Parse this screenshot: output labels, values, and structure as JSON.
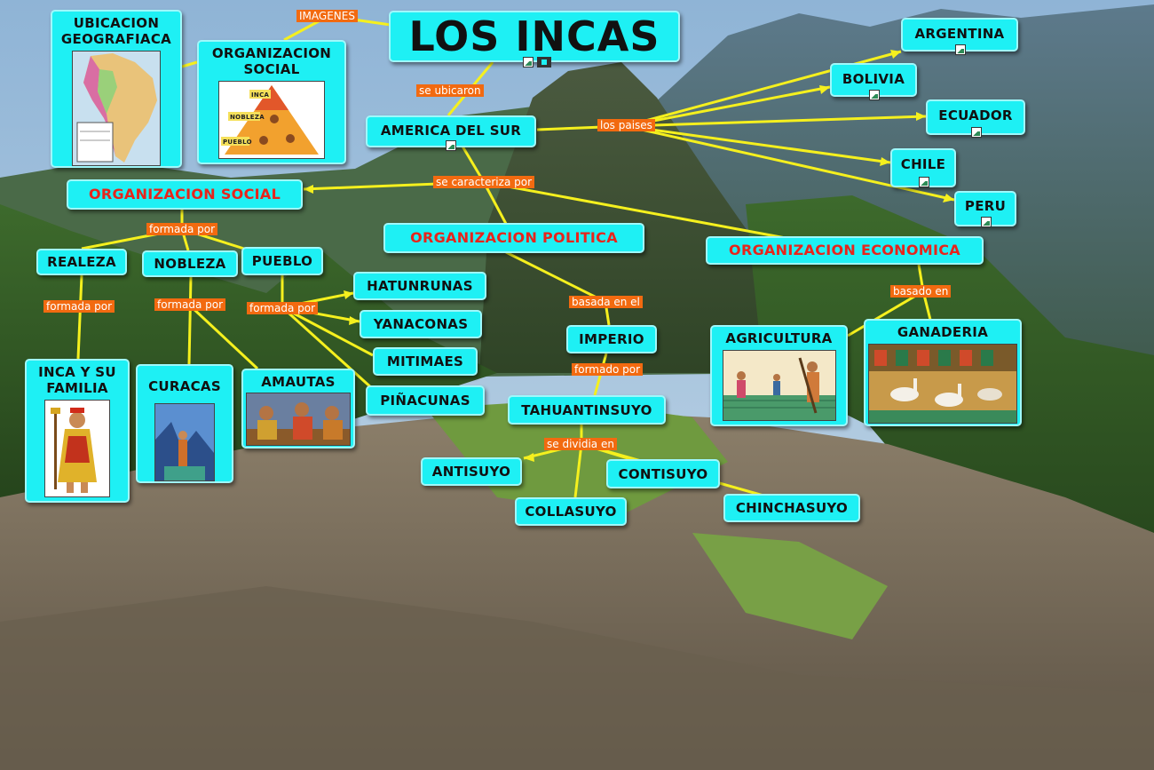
{
  "title": "LOS INCAS",
  "nodes": {
    "ubicacion": "UBICACION\nGEOGRAFIACA",
    "org_social_img": "ORGANIZACION\nSOCIAL",
    "america": "AMERICA DEL SUR",
    "argentina": "ARGENTINA",
    "bolivia": "BOLIVIA",
    "ecuador": "ECUADOR",
    "chile": "CHILE",
    "peru": "PERU",
    "org_social": "ORGANIZACION SOCIAL",
    "org_politica": "ORGANIZACION POLITICA",
    "org_economica": "ORGANIZACION ECONOMICA",
    "realeza": "REALEZA",
    "nobleza": "NOBLEZA",
    "pueblo": "PUEBLO",
    "hatunrunas": "HATUNRUNAS",
    "yanaconas": "YANACONAS",
    "mitimaes": "MITIMAES",
    "pinacunas": "PIÑACUNAS",
    "inca_familia": "INCA Y SU\nFAMILIA",
    "curacas": "CURACAS",
    "amautas": "AMAUTAS",
    "imperio": "IMPERIO",
    "tahuantinsuyo": "TAHUANTINSUYO",
    "antisuyo": "ANTISUYO",
    "collasuyo": "COLLASUYO",
    "contisuyo": "CONTISUYO",
    "chinchasuyo": "CHINCHASUYO",
    "agricultura": "AGRICULTURA",
    "ganaderia": "GANADERIA"
  },
  "pyramid_labels": {
    "top": "INCA",
    "middle": "NOBLEZA",
    "bottom": "PUEBLO"
  },
  "link_labels": {
    "imagenes": "IMAGENES",
    "se_ubicaron": "se ubicaron",
    "los_paises": "los paises",
    "se_caracteriza_por": "se caracteriza por",
    "formada_por_social": "formada por",
    "formada_por_realeza": "formada por",
    "formada_por_nobleza": "formada por",
    "formada_por_pueblo": "formada por",
    "basada_en_el": "basada en el",
    "formado_por": "formado por",
    "se_dividia_en": "se dividia en",
    "basado_en": "basado en"
  },
  "colors": {
    "node_fill": "#1ef0f4",
    "node_border": "#9ff8fb",
    "red_text": "#e8241b",
    "link_line": "#f5f01e",
    "link_label": "#f26a10"
  }
}
